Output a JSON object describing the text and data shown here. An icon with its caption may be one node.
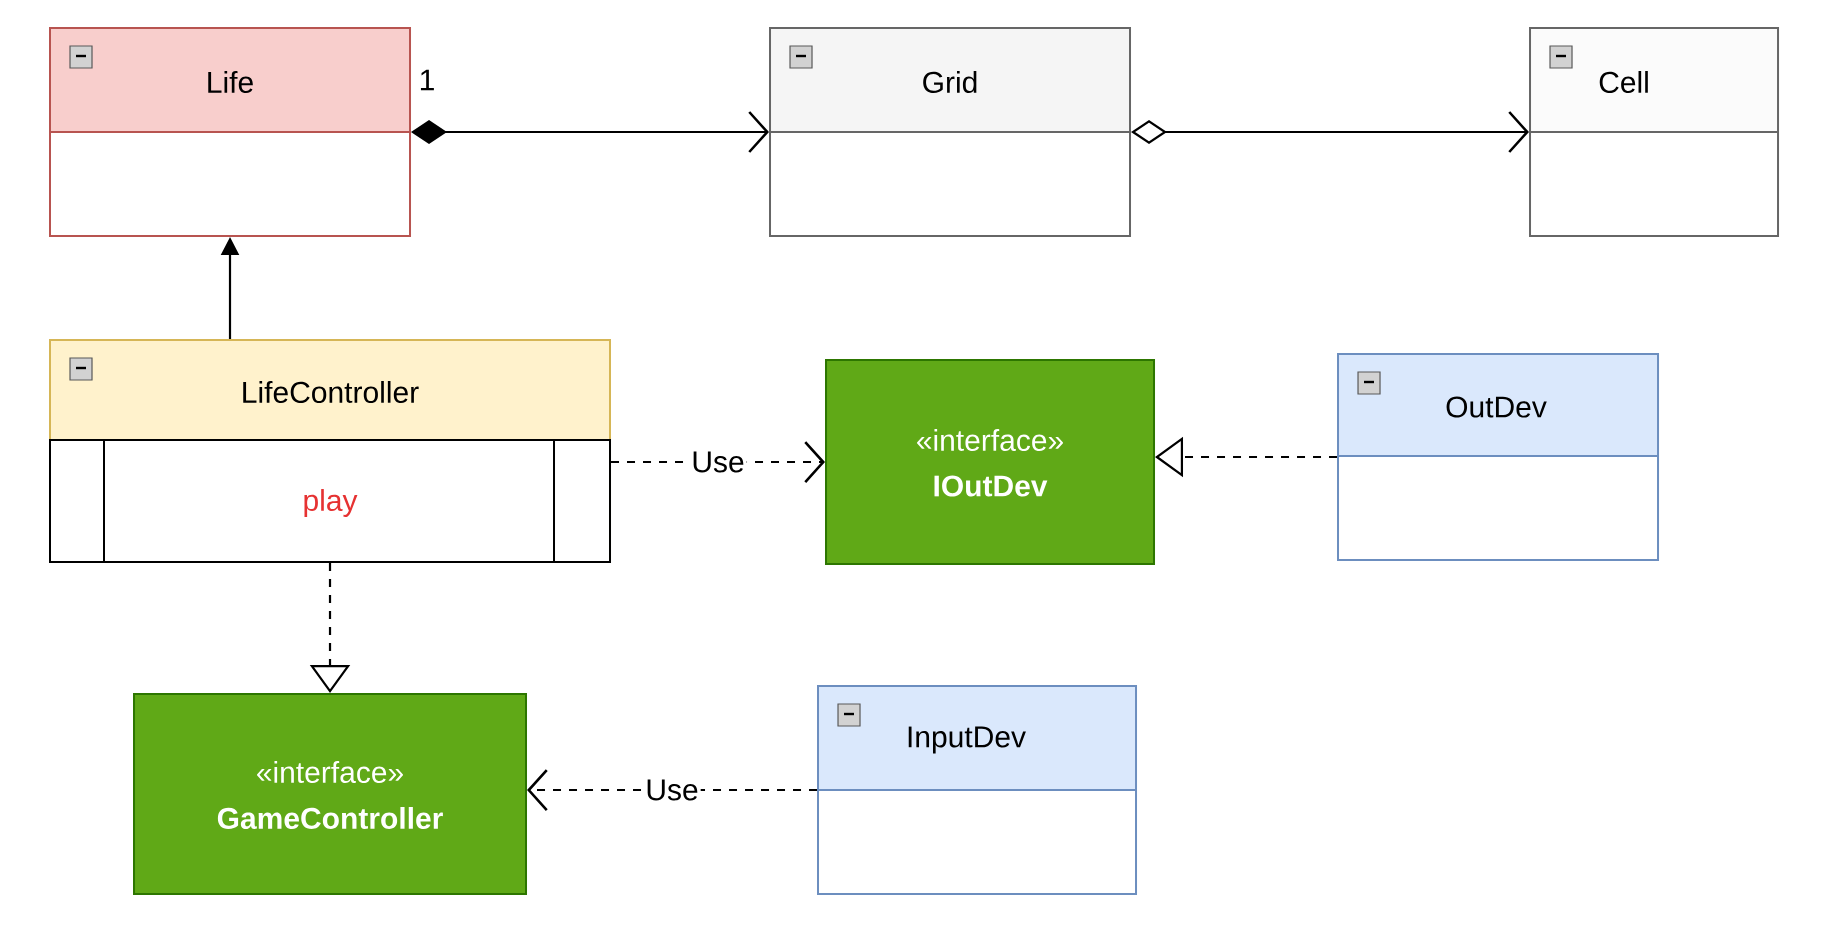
{
  "diagram": {
    "nodes": [
      {
        "text": [
          "Life"
        ]
      },
      {
        "text": [
          "Grid"
        ]
      },
      {
        "text": [
          "Cell"
        ]
      },
      {
        "text": [
          "LifeController"
        ]
      },
      {
        "text": [
          "play"
        ],
        "in": 3
      },
      {
        "text": [
          "«interface»",
          "IOutDev"
        ]
      },
      {
        "text": [
          "OutDev"
        ]
      },
      {
        "text": [
          "«interface»",
          "GameController"
        ]
      },
      {
        "text": [
          "InputDev"
        ]
      }
    ],
    "edges": [
      {
        "from": 0,
        "to": 1,
        "arrow": "to",
        "label": "1"
      },
      {
        "from": 1,
        "to": 2,
        "arrow": "to"
      },
      {
        "from": 3,
        "to": 0,
        "arrow": "to"
      },
      {
        "from": 3,
        "to": 5,
        "arrow": "to",
        "label": "Use",
        "style": "dashed"
      },
      {
        "from": 6,
        "to": 5,
        "arrow": "to",
        "style": "dashed"
      },
      {
        "from": 3,
        "to": 7,
        "arrow": "to",
        "style": "dashed"
      },
      {
        "from": 8,
        "to": 7,
        "arrow": "to",
        "label": "Use",
        "style": "dashed"
      }
    ]
  }
}
